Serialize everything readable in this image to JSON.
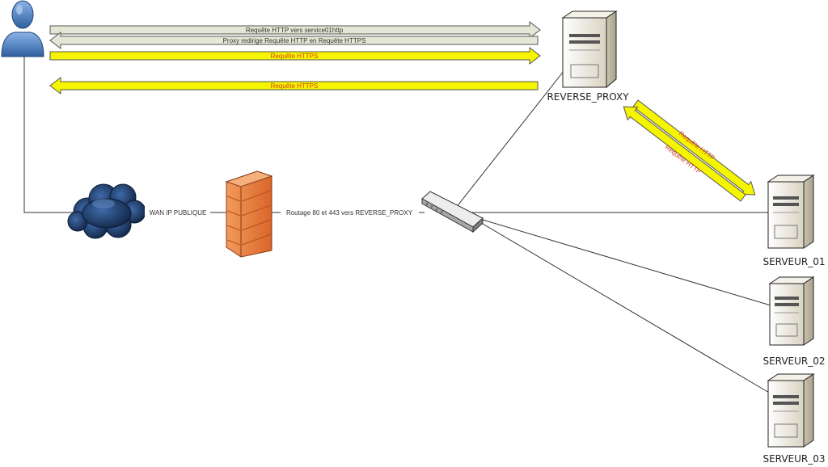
{
  "nodes": {
    "proxy": "REVERSE_PROXY",
    "server1": "SERVEUR_01",
    "server2": "SERVEUR_02",
    "server3": "SERVEUR_03"
  },
  "links": {
    "wan": "WAN IP PUBLIQUE",
    "routing": "Routage 80 et 443 vers REVERSE_PROXY"
  },
  "flows": {
    "http_request": "Requête HTTP vers service01http",
    "proxy_redirect": "Proxy redirige Requête HTTP en Requête HTTPS",
    "https_request": "Requête HTTPS",
    "https_response": "Requête HTTPS",
    "proxy_to_server": "Requête HTTP",
    "server_to_proxy": "Requête HTTP"
  },
  "colors": {
    "gray_arrow": "#e6e6d6",
    "yellow_arrow": "#f5f500",
    "firewall": "#e87d3e",
    "cloud": "#1d3a66",
    "user": "#3f78c0"
  }
}
